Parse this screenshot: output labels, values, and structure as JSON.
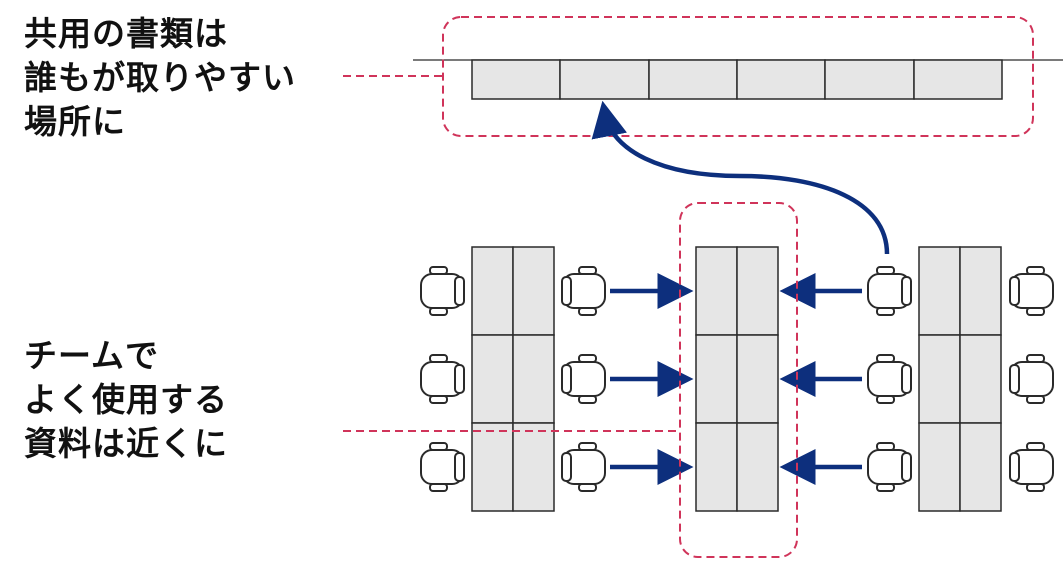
{
  "labels": {
    "shared_docs": {
      "lines": [
        "共用の書類は",
        "誰もが取りやすい",
        "場所に"
      ]
    },
    "team_docs": {
      "lines": [
        "チームで",
        "よく使用する",
        "資料は近くに"
      ]
    }
  },
  "colors": {
    "callout_dash": "#d0345a",
    "arrow": "#0d2f7d",
    "furniture_fill": "#e6e6e6",
    "furniture_stroke": "#2a2a2a"
  },
  "icons": {
    "chair": "office-chair-icon",
    "arrow": "arrow-right-icon"
  }
}
